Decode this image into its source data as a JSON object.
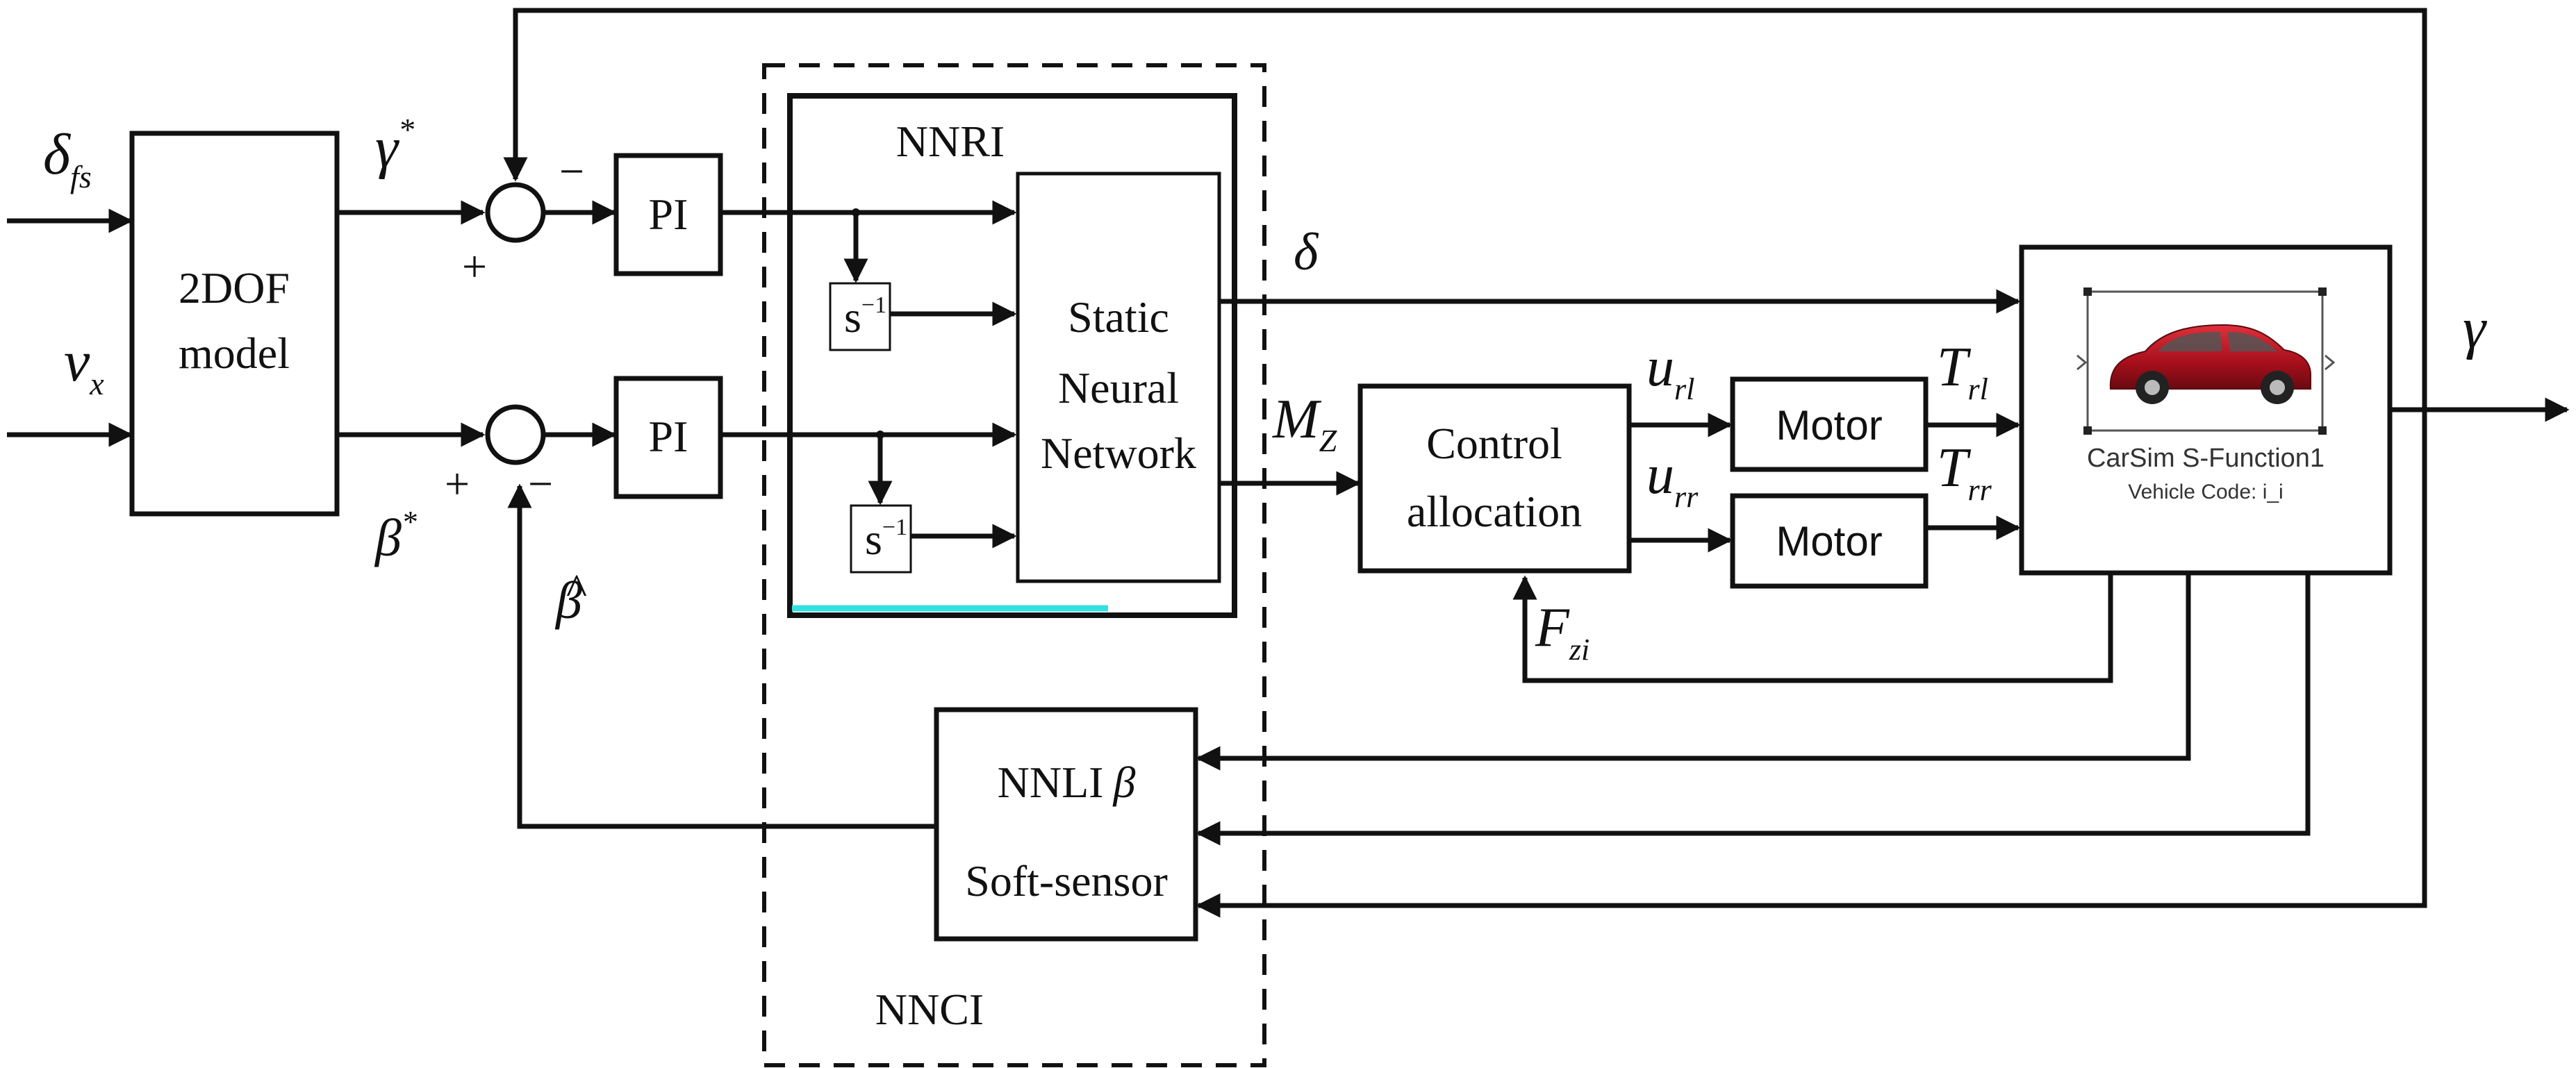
{
  "blocks": {
    "model": {
      "line1": "2DOF",
      "line2": "model"
    },
    "pi_top": "PI",
    "pi_bottom": "PI",
    "nnri_label": "NNRI",
    "integrator_top": "s",
    "integrator_bottom": "s",
    "integrator_exp": "−1",
    "static_nn": {
      "line1": "Static",
      "line2": "Neural",
      "line3": "Network"
    },
    "control_allocation": {
      "line1": "Control",
      "line2": "allocation"
    },
    "motor_top": "Motor",
    "motor_bottom": "Motor",
    "carsim": {
      "title": "CarSim S-Function1",
      "subtitle": "Vehicle Code: i_i"
    },
    "nnli": {
      "line1": "NNLI",
      "beta": "β",
      "line2": "Soft-sensor"
    },
    "nnci_label": "NNCI"
  },
  "signals": {
    "delta_fs": {
      "main": "δ",
      "sub": "fs"
    },
    "vx": {
      "main": "v",
      "sub": "x"
    },
    "gamma_star": {
      "main": "γ",
      "sup": "*"
    },
    "beta_star": {
      "main": "β",
      "sup": "*"
    },
    "beta_hat": {
      "hat": "^",
      "main": "β"
    },
    "plus": "+",
    "minus": "−",
    "delta": "δ",
    "mz": {
      "main": "M",
      "sub": "Z"
    },
    "url": {
      "main": "u",
      "sub": "rl"
    },
    "urr": {
      "main": "u",
      "sub": "rr"
    },
    "trl": {
      "main": "T",
      "sub": "rl"
    },
    "trr": {
      "main": "T",
      "sub": "rr"
    },
    "fzi": {
      "main": "F",
      "sub": "zi"
    },
    "gamma_out": "γ"
  },
  "colors": {
    "line": "#111111",
    "accent_cyan": "#33e0e0",
    "car_body": "#b3121f"
  }
}
